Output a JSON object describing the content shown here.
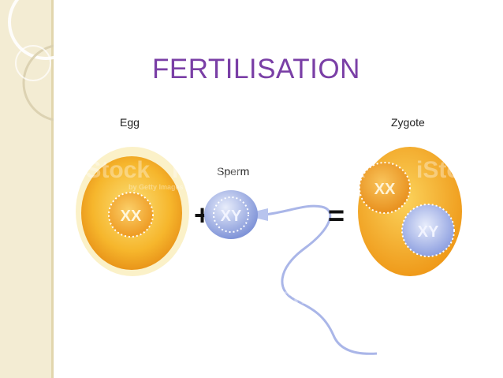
{
  "slide": {
    "title": "FERTILISATION"
  },
  "diagram": {
    "egg_label": "Egg",
    "sperm_label": "Sperm",
    "zygote_label": "Zygote",
    "egg_chromosomes": "XX",
    "sperm_chromosomes": "XY",
    "zygote_chromosomes_a": "XX",
    "zygote_chromosomes_b": "XY",
    "plus_sign": "+",
    "equals_sign": "=",
    "watermark": "iStock",
    "watermark_sub": "by Getty Images"
  },
  "colors": {
    "title": "#7a3fa6",
    "sidebar": "#f3ecd3",
    "egg_outer": "#f2a623",
    "egg_inner": "#f7d64a",
    "sperm": "#9fb0e6",
    "zygote": "#f5b430"
  }
}
